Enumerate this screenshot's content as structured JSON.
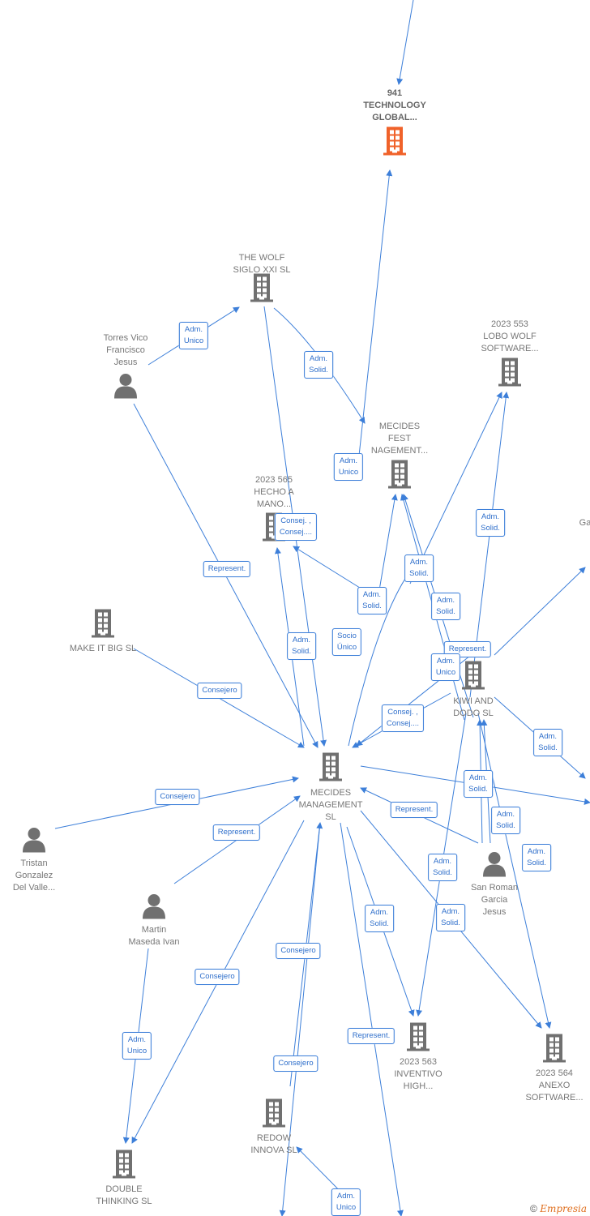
{
  "colors": {
    "edge": "#3d7fd9",
    "node_icon": "#707070",
    "highlight_icon": "#f0622a"
  },
  "nodes": [
    {
      "id": "n941",
      "type": "company",
      "highlight": true,
      "label": [
        "941",
        "TECHNOLOGY",
        "GLOBAL..."
      ]
    },
    {
      "id": "wolf",
      "type": "company",
      "label": [
        "THE WOLF",
        "SIGLO XXI  SL"
      ]
    },
    {
      "id": "torres",
      "type": "person",
      "label": [
        "Torres Vico",
        "Francisco",
        "Jesus"
      ]
    },
    {
      "id": "lobo",
      "type": "company",
      "label": [
        "2023 553",
        "LOBO WOLF",
        "SOFTWARE..."
      ]
    },
    {
      "id": "fest",
      "type": "company",
      "label": [
        "MECIDES",
        "FEST",
        "NAGEMENT..."
      ]
    },
    {
      "id": "hecho",
      "type": "company",
      "label": [
        "2023 565",
        "HECHO A",
        "MANO..."
      ]
    },
    {
      "id": "makeit",
      "type": "company",
      "label": [
        "MAKE IT BIG  SL"
      ]
    },
    {
      "id": "kiwi",
      "type": "company",
      "label": [
        "KIWI AND",
        "DODO  SL"
      ]
    },
    {
      "id": "mecides",
      "type": "company",
      "label": [
        "MECIDES",
        "MANAGEMENT",
        "SL"
      ]
    },
    {
      "id": "tristan",
      "type": "person",
      "label": [
        "Tristan",
        "Gonzalez",
        "Del Valle..."
      ]
    },
    {
      "id": "martin",
      "type": "person",
      "label": [
        "Martin",
        "Maseda Ivan"
      ]
    },
    {
      "id": "sanroman",
      "type": "person",
      "label": [
        "San Roman",
        "Garcia",
        "Jesus"
      ]
    },
    {
      "id": "inventivo",
      "type": "company",
      "label": [
        "2023 563",
        "INVENTIVO",
        "HIGH..."
      ]
    },
    {
      "id": "anexo",
      "type": "company",
      "label": [
        "2023 564",
        "ANEXO",
        "SOFTWARE..."
      ]
    },
    {
      "id": "redow",
      "type": "company",
      "label": [
        "REDOW",
        "INNOVA  SL"
      ]
    },
    {
      "id": "double",
      "type": "company",
      "label": [
        "DOUBLE",
        "THINKING SL"
      ]
    },
    {
      "id": "ga",
      "type": "company",
      "label": [
        "Ga"
      ]
    }
  ],
  "edge_labels": [
    [
      "Adm.",
      "Unico"
    ],
    [
      "Adm.",
      "Solid."
    ],
    [
      "Adm.",
      "Unico"
    ],
    [
      "Consej. ,",
      "Consej...."
    ],
    [
      "Represent."
    ],
    [
      "Socio",
      "Único"
    ],
    [
      "Adm.",
      "Solid."
    ],
    [
      "Adm.",
      "Solid."
    ],
    [
      "Adm.",
      "Solid."
    ],
    [
      "Adm.",
      "Solid."
    ],
    [
      "Adm.",
      "Solid."
    ],
    [
      "Represent."
    ],
    [
      "Adm.",
      "Unico"
    ],
    [
      "Consejero"
    ],
    [
      "Consej. ,",
      "Consej...."
    ],
    [
      "Adm.",
      "Solid."
    ],
    [
      "Adm.",
      "Solid."
    ],
    [
      "Adm.",
      "Solid."
    ],
    [
      "Consejero"
    ],
    [
      "Represent."
    ],
    [
      "Represent."
    ],
    [
      "Adm.",
      "Solid."
    ],
    [
      "Adm.",
      "Solid."
    ],
    [
      "Adm.",
      "Solid."
    ],
    [
      "Adm.",
      "Solid."
    ],
    [
      "Consejero"
    ],
    [
      "Consejero"
    ],
    [
      "Adm.",
      "Unico"
    ],
    [
      "Represent."
    ],
    [
      "Consejero"
    ],
    [
      "Adm.",
      "Unico"
    ]
  ],
  "footer": {
    "copyright": "©",
    "brand": "Empresia"
  }
}
